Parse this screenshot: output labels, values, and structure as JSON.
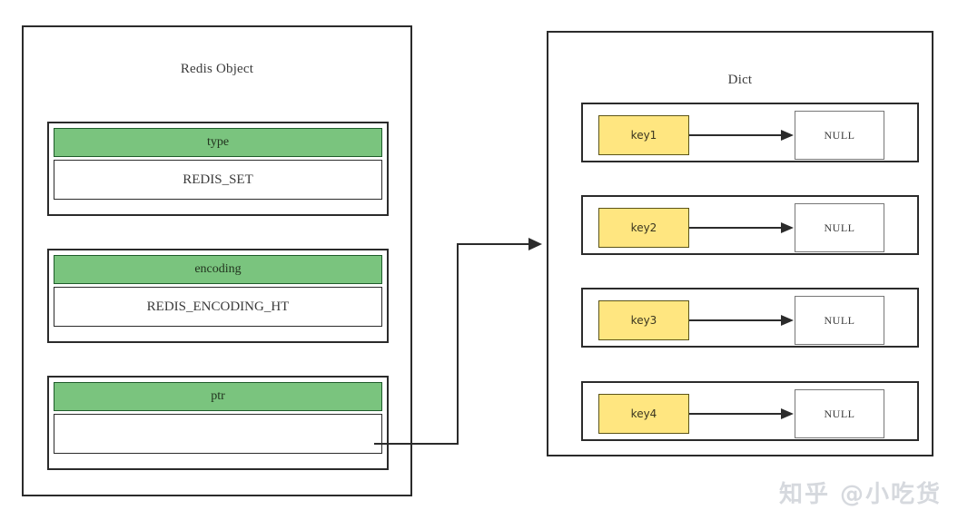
{
  "diagram": {
    "type": "redis-object-to-dict",
    "background_color": "#ffffff",
    "line_color": "#2b2b2b",
    "accent_green": "#7ac47e",
    "accent_yellow": "#ffe680",
    "text_color": "#3b3b3b"
  },
  "left_panel": {
    "title": "Redis Object",
    "fields": [
      {
        "name": "type",
        "label": "type",
        "value": "REDIS_SET"
      },
      {
        "name": "encoding",
        "label": "encoding",
        "value": "REDIS_ENCODING_HT"
      },
      {
        "name": "ptr",
        "label": "ptr",
        "value": ""
      }
    ]
  },
  "right_panel": {
    "title": "Dict",
    "rows": [
      {
        "key": "key1",
        "value": "NULL"
      },
      {
        "key": "key2",
        "value": "NULL"
      },
      {
        "key": "key3",
        "value": "NULL"
      },
      {
        "key": "key4",
        "value": "NULL"
      }
    ]
  },
  "connector": {
    "from": "ptr",
    "to": "Dict",
    "style": "orthogonal-arrow"
  },
  "watermark": {
    "text": "知乎 @小吃货"
  }
}
